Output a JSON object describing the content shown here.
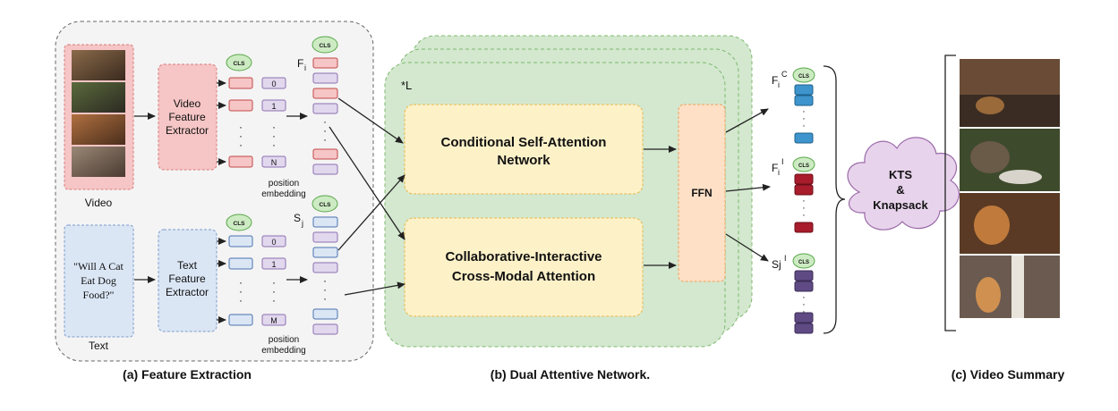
{
  "feature_extraction": {
    "video_label": "Video",
    "text_label": "Text",
    "video_extractor": [
      "Video",
      "Feature",
      "Extractor"
    ],
    "text_extractor": [
      "Text",
      "Feature",
      "Extractor"
    ],
    "query_text": [
      "\"Will A Cat",
      "Eat Dog",
      "Food?\""
    ],
    "cls": "CLS",
    "video_positions": [
      "0",
      "1",
      "N"
    ],
    "text_positions": [
      "0",
      "1",
      "M"
    ],
    "position_embedding": [
      "position",
      "embedding"
    ],
    "fi_label": "F",
    "fi_sub": "i",
    "sj_label": "S",
    "sj_sub": "j",
    "caption": "(a) Feature Extraction"
  },
  "dual_attentive": {
    "repeat_label": "*L",
    "conditional": [
      "Conditional Self-Attention",
      "Network"
    ],
    "collaborative": [
      "Collaborative-Interactive",
      "Cross-Modal Attention"
    ],
    "ffn": "FFN",
    "caption": "(b) Dual Attentive Network."
  },
  "outputs": {
    "fic_label": "F",
    "fic_sub": "i",
    "fic_sup": "C",
    "fii_label": "F",
    "fii_sub": "i",
    "fii_sup": "I",
    "sji_label": "Sj",
    "sji_sup": "I",
    "kts": [
      "KTS",
      "&",
      "Knapsack"
    ]
  },
  "summary": {
    "caption": "(c) Video Summary"
  },
  "colors": {
    "video_pink": "#f6c5c5",
    "text_blue": "#dbe6f5",
    "green_panel": "#d3e8cf",
    "yellow_block": "#fdf1c8",
    "ffn_orange": "#fde0c6",
    "cyan_token": "#3e94cc",
    "red_token": "#a81c2c",
    "purple_token": "#5f4a84",
    "kts_cloud": "#e8d3ec"
  }
}
